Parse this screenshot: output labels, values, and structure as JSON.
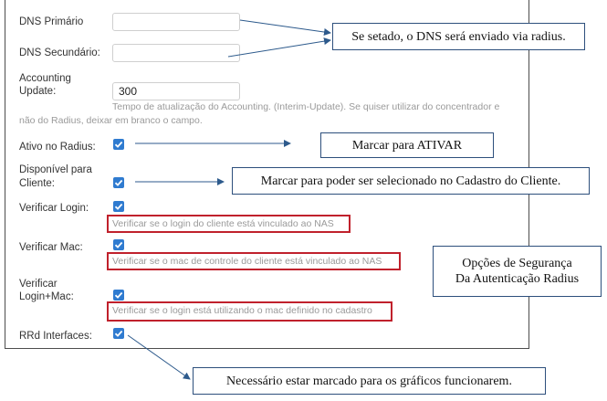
{
  "form": {
    "dns_primary": {
      "label": "DNS Primário",
      "value": ""
    },
    "dns_secondary": {
      "label": "DNS Secundário:",
      "value": ""
    },
    "accounting": {
      "label_line1": "Accounting",
      "label_line2": "Update:",
      "value": "300",
      "help_line1": "Tempo de atualização do Accounting. (Interim-Update). Se quiser utilizar do concentrador e",
      "help_line2": "não do Radius, deixar em branco o campo."
    },
    "ativo_radius": {
      "label": "Ativo no Radius:",
      "checked": true
    },
    "disponivel_cliente": {
      "label_line1": "Disponível para",
      "label_line2": "Cliente:",
      "checked": true
    },
    "verificar_login": {
      "label": "Verificar Login:",
      "checked": true,
      "help": "Verificar se o login do cliente está vinculado ao NAS"
    },
    "verificar_mac": {
      "label": "Verificar Mac:",
      "checked": true,
      "help": "Verificar se o mac de controle do cliente está vinculado ao NAS"
    },
    "verificar_login_mac": {
      "label_line1": "Verificar",
      "label_line2": "Login+Mac:",
      "checked": true,
      "help": "Verificar se o login está utilizando o mac definido no cadastro"
    },
    "rrd_interfaces": {
      "label": "RRd Interfaces:",
      "checked": true
    }
  },
  "callouts": {
    "dns": "Se setado, o DNS será enviado via radius.",
    "ativar": "Marcar para ATIVAR",
    "cadastro": "Marcar para poder ser selecionado no Cadastro do Cliente.",
    "seguranca_line1": "Opções de Segurança",
    "seguranca_line2": "Da Autenticação Radius",
    "graficos": "Necessário estar marcado para os gráficos funcionarem."
  },
  "colors": {
    "accent": "#2f7bd0",
    "highlight_border": "#c0212c",
    "callout_border": "#2d4f7c"
  }
}
